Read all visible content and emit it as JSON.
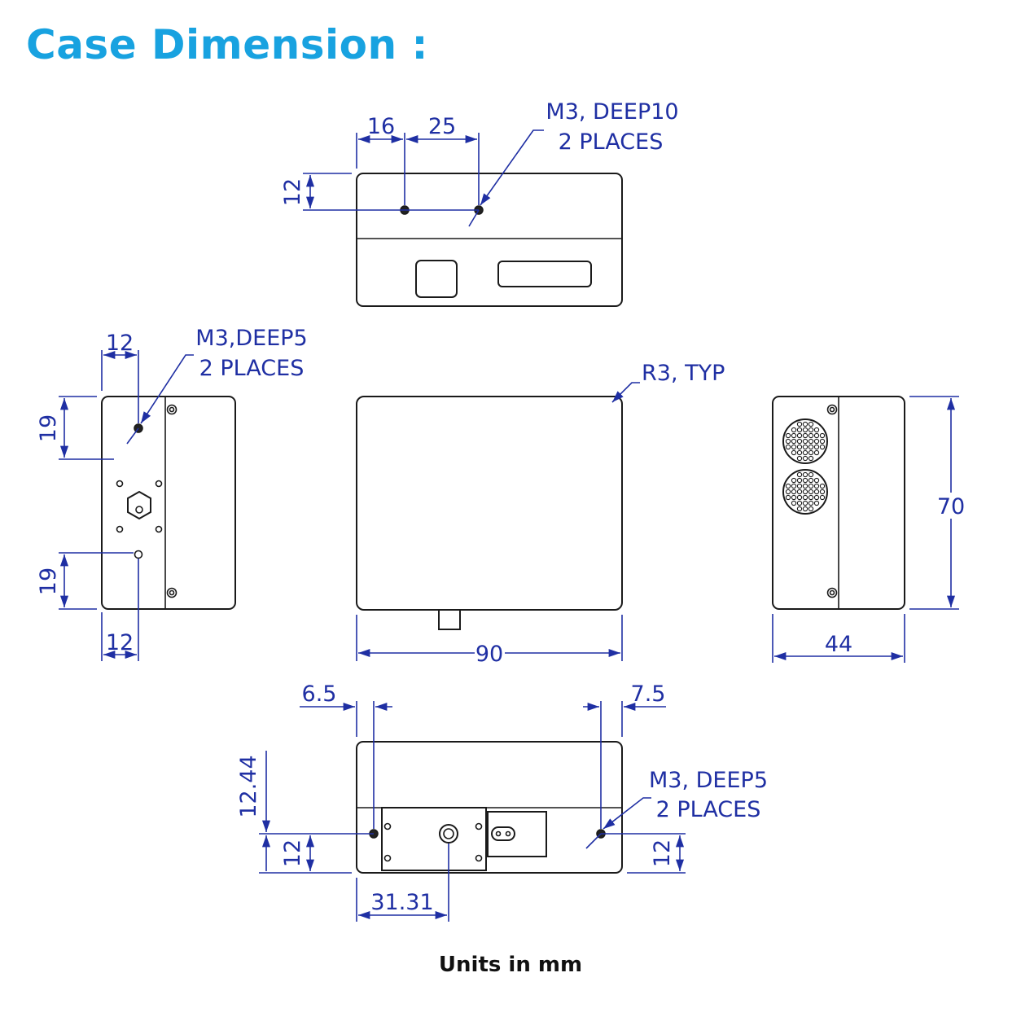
{
  "title": "Case Dimension :",
  "units_note": "Units in mm",
  "views": {
    "top": {
      "dims": {
        "d16": "16",
        "d25": "25",
        "d12": "12"
      },
      "note": [
        "M3, DEEP10",
        "2 PLACES"
      ]
    },
    "left": {
      "dims": {
        "d12_top": "12",
        "d19_top": "19",
        "d19_bottom": "19",
        "d12_bottom": "12"
      },
      "note": [
        "M3,DEEP5",
        "2 PLACES"
      ]
    },
    "front": {
      "dims": {
        "d90": "90"
      },
      "note": [
        "R3, TYP"
      ]
    },
    "right": {
      "dims": {
        "d70": "70",
        "d44": "44"
      }
    },
    "bottom": {
      "dims": {
        "d6_5": "6.5",
        "d7_5": "7.5",
        "d12_44": "12.44",
        "d12_left": "12",
        "d12_right": "12",
        "d31_31": "31.31"
      },
      "note": [
        "M3, DEEP5",
        "2 PLACES"
      ]
    }
  },
  "colors": {
    "title": "#18a2e0",
    "dimension": "#1f2fa3",
    "outline": "#1a1a1a"
  }
}
